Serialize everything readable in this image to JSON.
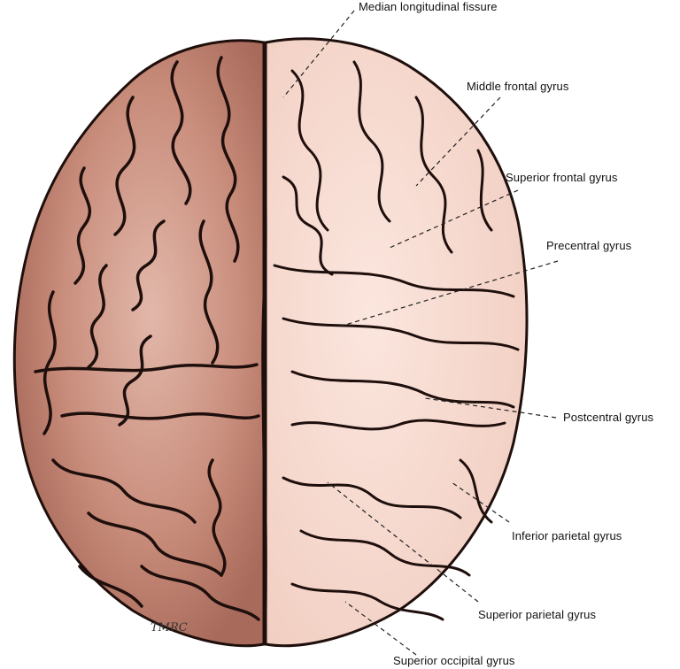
{
  "labels": {
    "median_longitudinal_fissure": "Median longitudinal fissure",
    "middle_frontal_gyrus": "Middle frontal gyrus",
    "superior_frontal_gyrus": "Superior frontal gyrus",
    "precentral_gyrus": "Precentral gyrus",
    "postcentral_gyrus": "Postcentral gyrus",
    "inferior_parietal_gyrus": "Inferior parietal gyrus",
    "superior_parietal_gyrus": "Superior parietal gyrus",
    "superior_occipital_gyrus": "Superior occipital gyrus"
  },
  "signature": "TMRC",
  "colors": {
    "left_hemisphere": "#c98d7c",
    "left_hemisphere_dark": "#9c5a4a",
    "right_hemisphere": "#f7d9cf",
    "sulcus": "#1f0f0c",
    "leader_line": "#222222"
  }
}
